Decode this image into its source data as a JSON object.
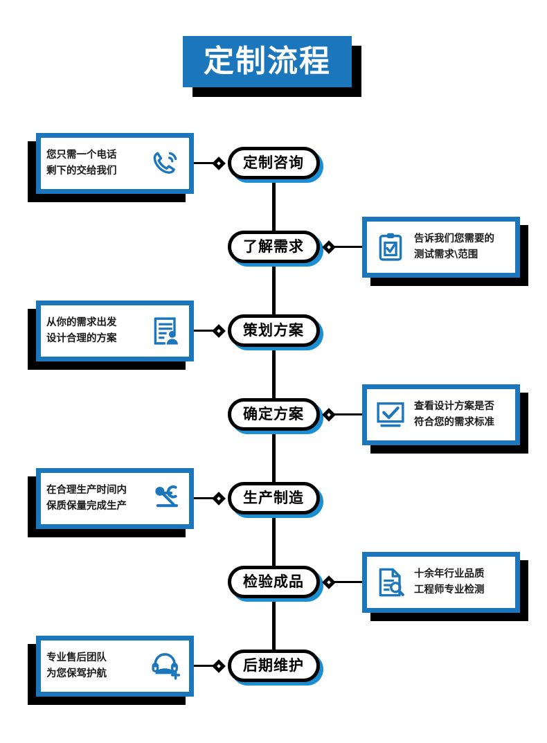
{
  "page": {
    "title": "定制流程",
    "accent_color": "#1b76bc",
    "node_shadow_color": "#1b8fd4",
    "card_shadow_color": "#000000",
    "background": "#ffffff"
  },
  "flow": {
    "steps": [
      {
        "label": "定制咨询",
        "side": "left",
        "card": {
          "lines": [
            "您只需一个电话",
            "剩下的交给我们"
          ],
          "icon": "phone-call-icon"
        }
      },
      {
        "label": "了解需求",
        "side": "right",
        "card": {
          "lines": [
            "告诉我们您需要的",
            "测试需求\\范围"
          ],
          "icon": "clipboard-check-icon"
        }
      },
      {
        "label": "策划方案",
        "side": "left",
        "card": {
          "lines": [
            "从你的需求出发",
            "设计合理的方案"
          ],
          "icon": "document-person-icon"
        }
      },
      {
        "label": "确定方案",
        "side": "right",
        "card": {
          "lines": [
            "查看设计方案是否",
            "符合您的需求标准"
          ],
          "icon": "monitor-check-icon"
        }
      },
      {
        "label": "生产制造",
        "side": "left",
        "card": {
          "lines": [
            "在合理生产时间内",
            "保质保量完成生产"
          ],
          "icon": "robot-arm-icon"
        }
      },
      {
        "label": "检验成品",
        "side": "right",
        "card": {
          "lines": [
            "十余年行业品质",
            "工程师专业检测"
          ],
          "icon": "document-search-icon"
        }
      },
      {
        "label": "后期维护",
        "side": "left",
        "card": {
          "lines": [
            "专业售后团队",
            "为您保驾护航"
          ],
          "icon": "headset-support-icon"
        }
      }
    ]
  }
}
